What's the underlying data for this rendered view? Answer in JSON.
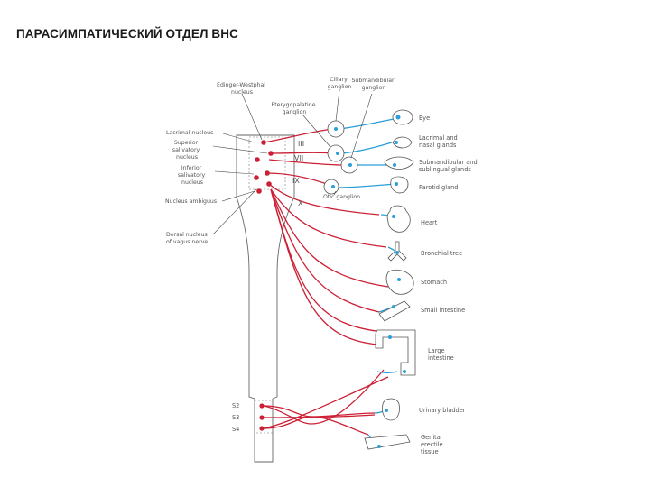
{
  "title": "ПАРАСИМПАТИЧЕСКИЙ ОТДЕЛ ВНС",
  "colors": {
    "preganglionic": "#cc1f35",
    "postganglionic": "#2a9fd8",
    "outline": "#555555"
  },
  "labels": {
    "edinger_westphal": [
      "Edinger-Westphal",
      "nucleus"
    ],
    "ciliary_ganglion": [
      "Ciliary",
      "ganglion"
    ],
    "submandibular_ganglion": [
      "Submandibular",
      "ganglion"
    ],
    "pterygopalatine_ganglion": [
      "Pterygopalatine",
      "ganglion"
    ],
    "lacrimal_nucleus": [
      "Lacrimal nucleus"
    ],
    "superior_salivatory": [
      "Superior",
      "salivatory",
      "nucleus"
    ],
    "inferior_salivatory": [
      "Inferior",
      "salivatory",
      "nucleus"
    ],
    "nucleus_ambiguus": [
      "Nucleus ambiguus"
    ],
    "dorsal_vagus": [
      "Dorsal nucleus",
      "of vagus nerve"
    ],
    "otic_ganglion": [
      "Otic ganglion"
    ]
  },
  "nerves": {
    "n3": "III",
    "n7": "VII",
    "n9": "IX",
    "n10": "X"
  },
  "sacral": [
    "S2",
    "S3",
    "S4"
  ],
  "organs": {
    "eye": [
      "Eye"
    ],
    "lacrimal_glands": [
      "Lacrimal and",
      "nasal glands"
    ],
    "submandibular_glands": [
      "Submandibular and",
      "sublingual glands"
    ],
    "parotid": [
      "Parotid gland"
    ],
    "heart": [
      "Heart"
    ],
    "bronchial": [
      "Bronchial tree"
    ],
    "stomach": [
      "Stomach"
    ],
    "small_intestine": [
      "Small intestine"
    ],
    "large_intestine": [
      "Large",
      "intestine"
    ],
    "bladder": [
      "Urinary bladder"
    ],
    "genital": [
      "Genital",
      "erectile",
      "tissue"
    ]
  }
}
